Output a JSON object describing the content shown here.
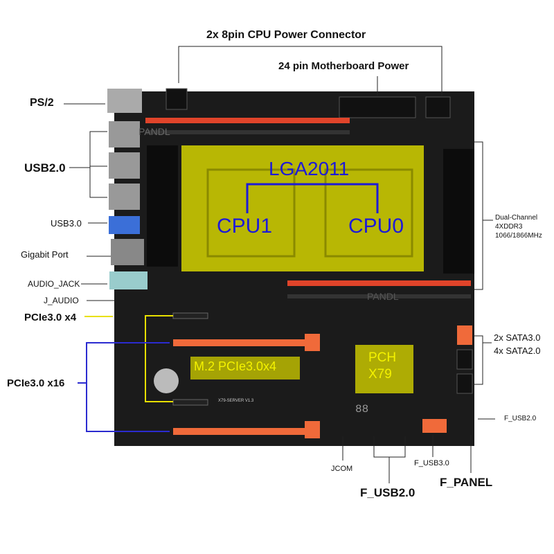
{
  "labels": {
    "cpu_power": "2x 8pin CPU Power Connector",
    "mb_power": "24 pin Motherboard Power",
    "ps2": "PS/2",
    "usb2": "USB2.0",
    "usb3": "USB3.0",
    "gigabit": "Gigabit Port",
    "audio_jack": "AUDIO_JACK",
    "j_audio": "J_AUDIO",
    "pcie_x4": "PCIe3.0 x4",
    "pcie_x16": "PCIe3.0 x16",
    "ddr_line1": "Dual-Channel",
    "ddr_line2": "4XDDR3",
    "ddr_line3": "1066/1866MHz",
    "sata3": "2x SATA3.0",
    "sata2": "4x SATA2.0",
    "f_usb2_small": "F_USB2.0",
    "jcom": "JCOM",
    "f_usb2_big": "F_USB2.0",
    "f_usb3": "F_USB3.0",
    "f_panel": "F_PANEL"
  },
  "overlays": {
    "socket": "LGA2011",
    "cpu1": "CPU1",
    "cpu0": "CPU0",
    "m2": "M.2 PCIe3.0x4",
    "pch_line1": "PCH",
    "pch_line2": "X79"
  },
  "board": {
    "watermark": "PANDL",
    "silkscreen": "X79-SERVER V1.3",
    "post_code": "88"
  },
  "colors": {
    "board": "#1a1a1a",
    "dimm": "#e0442a",
    "pcie": "#f06a3a",
    "overlay_yellow": "#e4e200",
    "overlay_text_blue": "#1d1ad8",
    "blue_line": "#2b2bd0",
    "yellow_line": "#e8e000"
  }
}
